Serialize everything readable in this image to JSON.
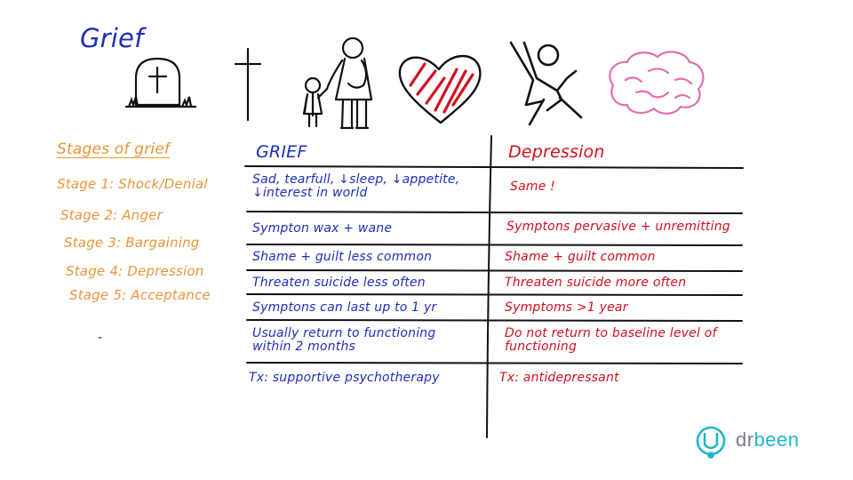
{
  "title": "Grief",
  "stages": {
    "heading": "Stages of grief",
    "items": [
      "Stage 1: Shock/Denial",
      "Stage 2: Anger",
      "Stage 3: Bargaining",
      "Stage 4: Depression",
      "Stage 5: Acceptance"
    ],
    "dash": "-"
  },
  "table": {
    "header_left": "GRIEF",
    "header_right": "Depression",
    "rows": [
      {
        "left": "Sad, tearfull, ↓sleep, ↓appetite, ↓interest in world",
        "right": "Same !"
      },
      {
        "left": "Sympton wax + wane",
        "right": "Symptons pervasive + unremitting"
      },
      {
        "left": "Shame + guilt less common",
        "right": "Shame + guilt common"
      },
      {
        "left": "Threaten suicide less often",
        "right": "Threaten suicide more often"
      },
      {
        "left": "Symptons can last up to 1 yr",
        "right": "Symptoms >1 year"
      },
      {
        "left": "Usually return to functioning within 2 months",
        "right": "Do not return to baseline level of functioning"
      },
      {
        "left": "Tx: supportive psychotherapy",
        "right": "Tx: antidepressant"
      }
    ]
  },
  "logo": {
    "prefix": "dr",
    "suffix": "been"
  },
  "colors": {
    "left_text": "#1f2fb8",
    "right_text": "#d01020",
    "stages_text": "#e8953a",
    "lines": "#111111",
    "heart_fill": "#d01020",
    "brain": "#e070b0",
    "logo_accent": "#1fb7c9"
  }
}
